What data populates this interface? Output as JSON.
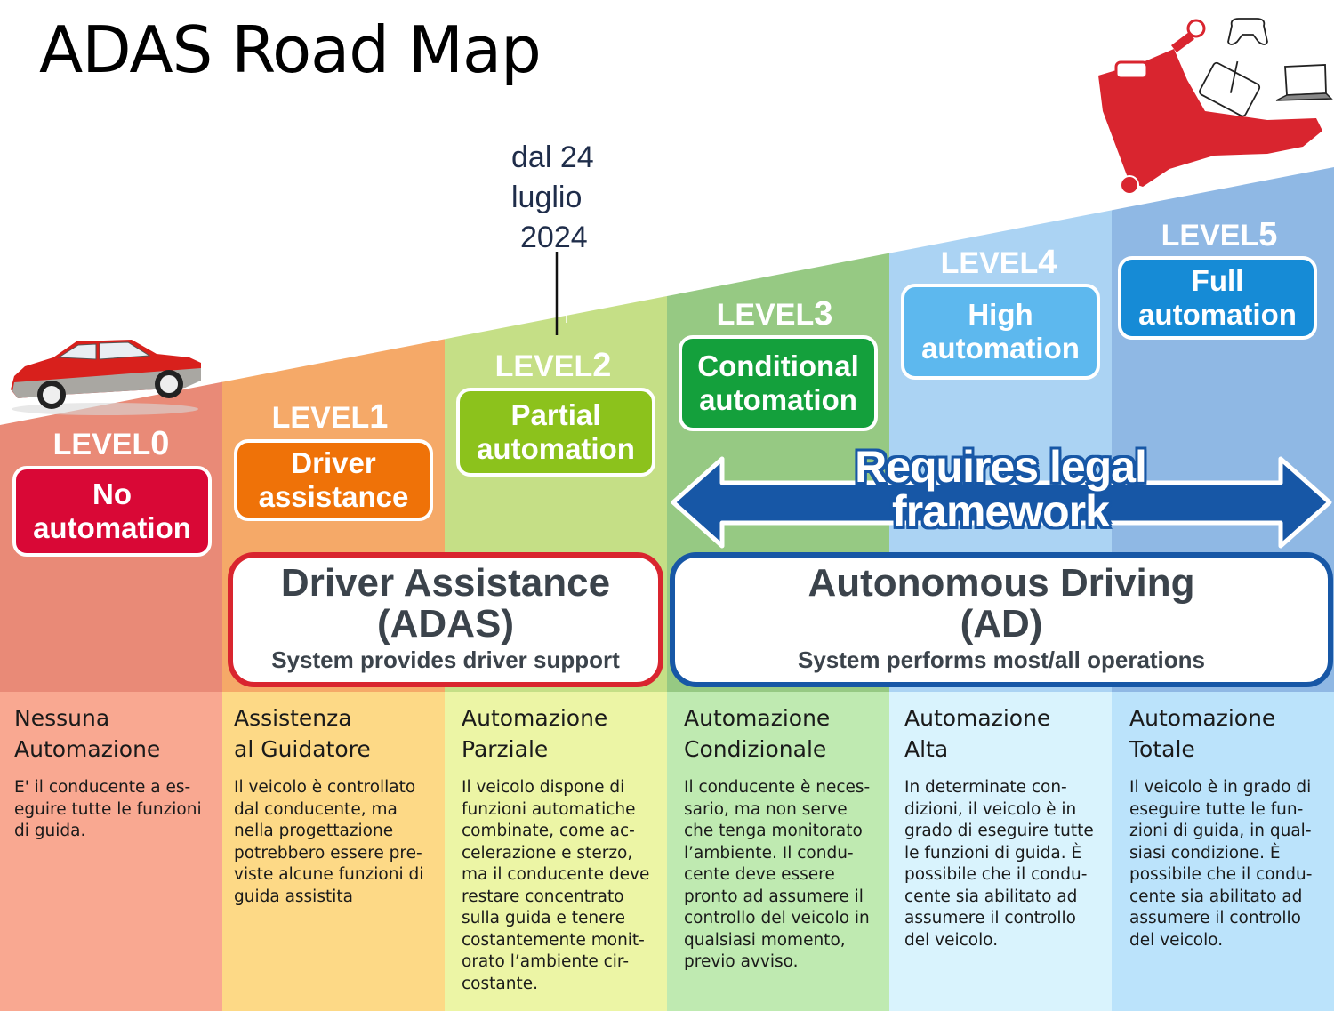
{
  "title": "ADAS Road Map",
  "date_note": {
    "line1": "dal 24",
    "line2": "luglio",
    "line3": "2024"
  },
  "colors": {
    "band_top": [
      "#e98a77",
      "#f5a968",
      "#c5df86",
      "#96c983",
      "#abd3f3",
      "#8fb8e4"
    ],
    "band_bottom": [
      "#f9a891",
      "#fdd986",
      "#ecf5a5",
      "#bfeab1",
      "#d9f3fd",
      "#bbe3fb"
    ],
    "box": [
      "#d90836",
      "#ef7208",
      "#8cc21c",
      "#14a03c",
      "#5db8ee",
      "#168bd6"
    ],
    "adas_border": "#d9252f",
    "ad_border": "#1757a6",
    "arrow": "#1757a6"
  },
  "levels": [
    {
      "label": "LEVEL",
      "number": "0",
      "box_line1": "No",
      "box_line2": "automation"
    },
    {
      "label": "LEVEL",
      "number": "1",
      "box_line1": "Driver",
      "box_line2": "assistance"
    },
    {
      "label": "LEVEL",
      "number": "2",
      "box_line1": "Partial",
      "box_line2": "automation"
    },
    {
      "label": "LEVEL",
      "number": "3",
      "box_line1": "Conditional",
      "box_line2": "automation"
    },
    {
      "label": "LEVEL",
      "number": "4",
      "box_line1": "High",
      "box_line2": "automation"
    },
    {
      "label": "LEVEL",
      "number": "5",
      "box_line1": "Full",
      "box_line2": "automation"
    }
  ],
  "legal": {
    "line1": "Requires legal",
    "line2": "framework"
  },
  "groups": {
    "adas": {
      "title1": "Driver Assistance",
      "title2": "(ADAS)",
      "subtitle": "System provides driver support"
    },
    "ad": {
      "title1": "Autonomous Driving",
      "title2": "(AD)",
      "subtitle": "System performs most/all operations"
    }
  },
  "descriptions": [
    {
      "title": "Nessuna\nAutomazione",
      "text": "E' il conducente a es-\neguire tutte le funzioni\ndi guida."
    },
    {
      "title": "Assistenza\nal Guidatore",
      "text": "Il veicolo è controllato\ndal conducente, ma\nnella progettazione\npotrebbero essere pre-\nviste alcune funzioni di\nguida assistita"
    },
    {
      "title": "Automazione\nParziale",
      "text": "Il veicolo dispone di\nfunzioni automatiche\ncombinate, come ac-\ncelerazione e sterzo,\nma il conducente deve\nrestare concentrato\nsulla guida e tenere\ncostantemente monit-\norato l’ambiente cir-\ncostante."
    },
    {
      "title": "Automazione\nCondizionale",
      "text": "Il conducente è neces-\nsario, ma non serve\nche tenga monitorato\nl’ambiente. Il condu-\ncente deve essere\npronto ad assumere il\ncontrollo del veicolo in\nqualsiasi momento,\nprevio avviso."
    },
    {
      "title": "Automazione\nAlta",
      "text": "In determinate con-\ndizioni, il veicolo è in\ngrado di eseguire tutte\nle funzioni di guida. È\npossibile che il condu-\ncente sia abilitato ad\nassumere il controllo\ndel veicolo."
    },
    {
      "title": "Automazione\nTotale",
      "text": "Il veicolo è in grado di\neseguire tutte le fun-\nzioni di guida, in qual-\nsiasi condizione. È\npossibile che il condu-\ncente sia abilitato ad\nassumere il controllo\ndel veicolo."
    }
  ],
  "illustrations": {
    "car": "red-sedan-car-icon",
    "person": "person-in-vr-seat-illustration"
  }
}
